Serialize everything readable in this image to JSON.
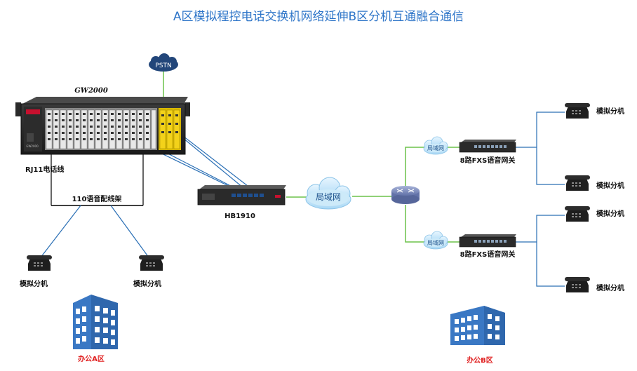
{
  "title": "A区模拟程控电话交换机网络延伸B区分机互通融合通信",
  "nodes": {
    "pstn": "PSTN",
    "pbx": "GW2000",
    "pbx_panel_label": "GW2000",
    "rj11": "RJ11电话线",
    "frame": "110语音配线架",
    "hb": "HB1910",
    "lan_main": "局域网",
    "lan_top": "局域网",
    "lan_bottom": "局域网",
    "gw_top": "8路FXS语音网关",
    "gw_bottom": "8路FXS语音网关",
    "phone_a1": "模拟分机",
    "phone_a2": "模拟分机",
    "phone_b1": "模拟分机",
    "phone_b2": "模拟分机",
    "phone_b3": "模拟分机",
    "phone_b4": "模拟分机",
    "office_a": "办公A区",
    "office_b": "办公B区"
  },
  "colors": {
    "title": "#2e75c8",
    "blue_line": "#2a6fb5",
    "green_line": "#6cc24a",
    "black_line": "#000000",
    "building": "#3a78c4",
    "red_label": "#e02020"
  }
}
